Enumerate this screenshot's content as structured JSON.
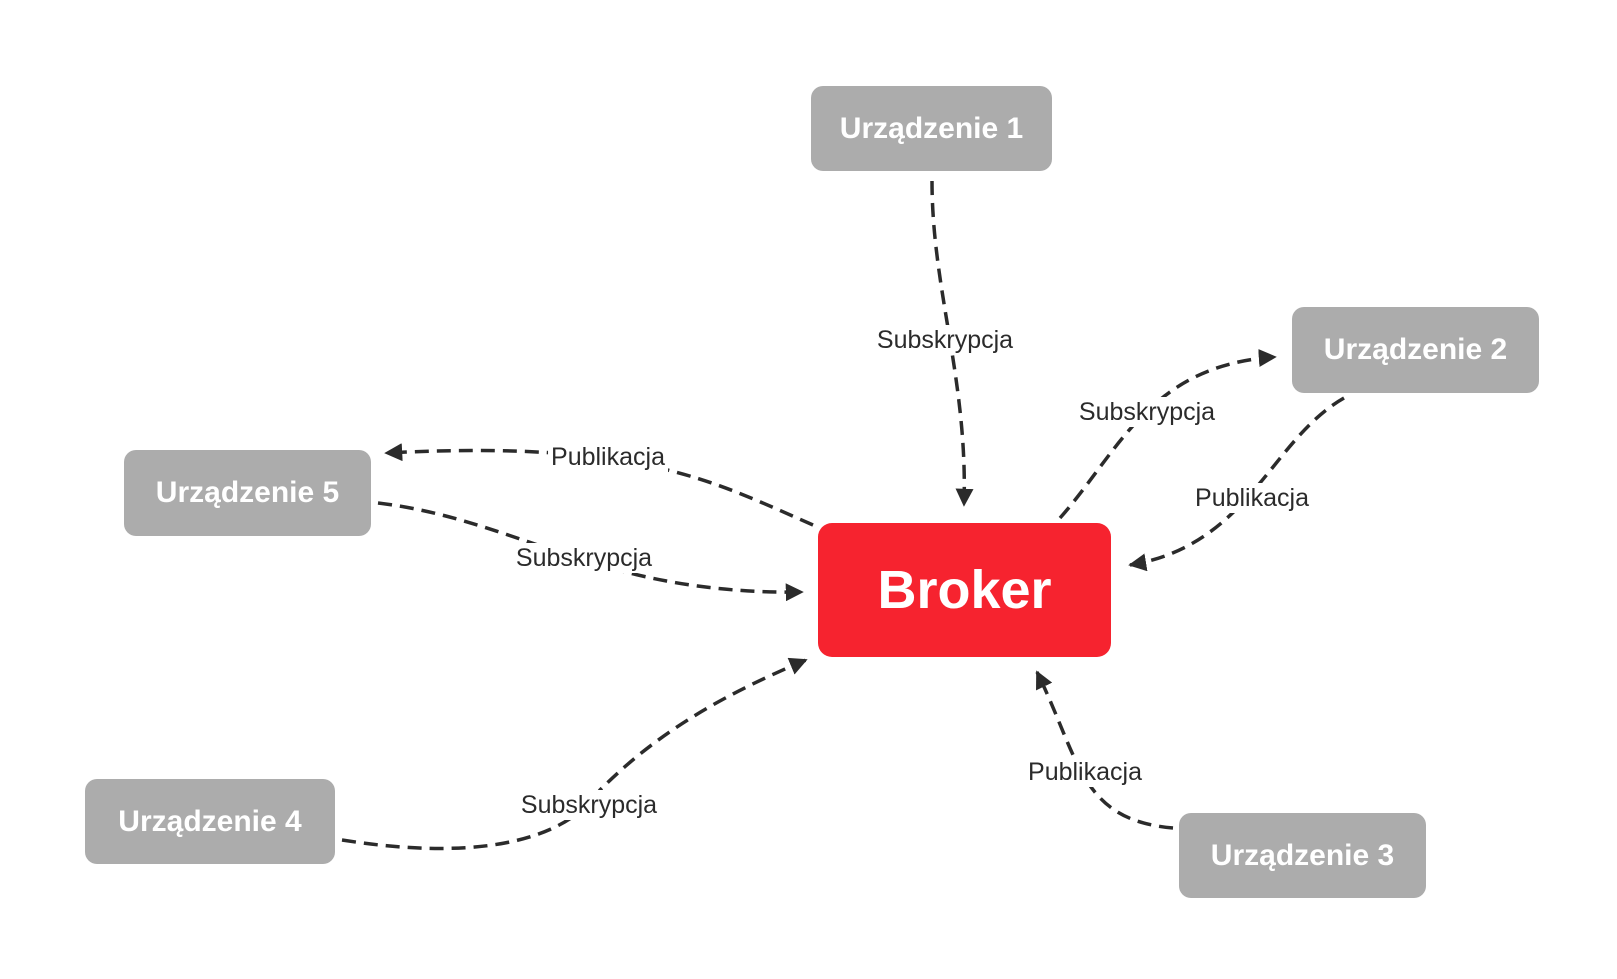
{
  "colors": {
    "broker": "#f6232f",
    "device": "#acacac",
    "connector": "#2b2b2b",
    "node_text": "#ffffff"
  },
  "broker": {
    "label": "Broker"
  },
  "devices": {
    "d1": {
      "label": "Urządzenie 1"
    },
    "d2": {
      "label": "Urządzenie 2"
    },
    "d3": {
      "label": "Urządzenie 3"
    },
    "d4": {
      "label": "Urządzenie 4"
    },
    "d5": {
      "label": "Urządzenie 5"
    }
  },
  "connections": [
    {
      "from": "Urządzenie 1",
      "to": "Broker",
      "label": "Subskrypcja"
    },
    {
      "from": "Broker",
      "to": "Urządzenie 2",
      "label": "Subskrypcja"
    },
    {
      "from": "Urządzenie 2",
      "to": "Broker",
      "label": "Publikacja"
    },
    {
      "from": "Urządzenie 3",
      "to": "Broker",
      "label": "Publikacja"
    },
    {
      "from": "Urządzenie 4",
      "to": "Broker",
      "label": "Subskrypcja"
    },
    {
      "from": "Broker",
      "to": "Urządzenie 5",
      "label": "Publikacja"
    },
    {
      "from": "Urządzenie 5",
      "to": "Broker",
      "label": "Subskrypcja"
    }
  ]
}
